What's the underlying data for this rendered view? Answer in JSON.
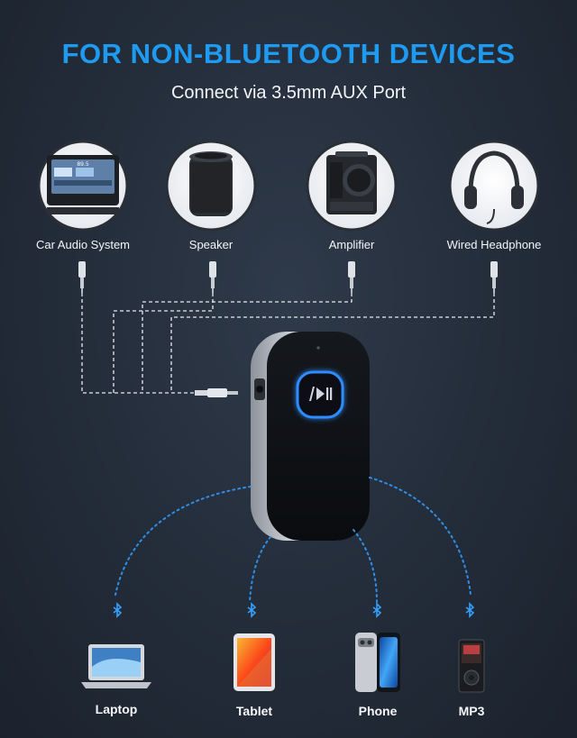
{
  "header": {
    "title": "FOR NON-BLUETOOTH DEVICES",
    "subtitle": "Connect via 3.5mm AUX Port"
  },
  "aux_devices": [
    {
      "label": "Car Audio System",
      "icon": "car-stereo-icon"
    },
    {
      "label": "Speaker",
      "icon": "speaker-icon"
    },
    {
      "label": "Amplifier",
      "icon": "amplifier-icon"
    },
    {
      "label": "Wired Headphone",
      "icon": "headphone-icon"
    }
  ],
  "car_screen_text": "89.5",
  "bluetooth_devices": [
    {
      "label": "Laptop",
      "icon": "laptop-icon"
    },
    {
      "label": "Tablet",
      "icon": "tablet-icon"
    },
    {
      "label": "Phone",
      "icon": "phone-icon"
    },
    {
      "label": "MP3",
      "icon": "mp3-player-icon"
    }
  ],
  "colors": {
    "accent": "#1e9bf0",
    "glow": "#2e8cff",
    "background": "#232c39"
  }
}
